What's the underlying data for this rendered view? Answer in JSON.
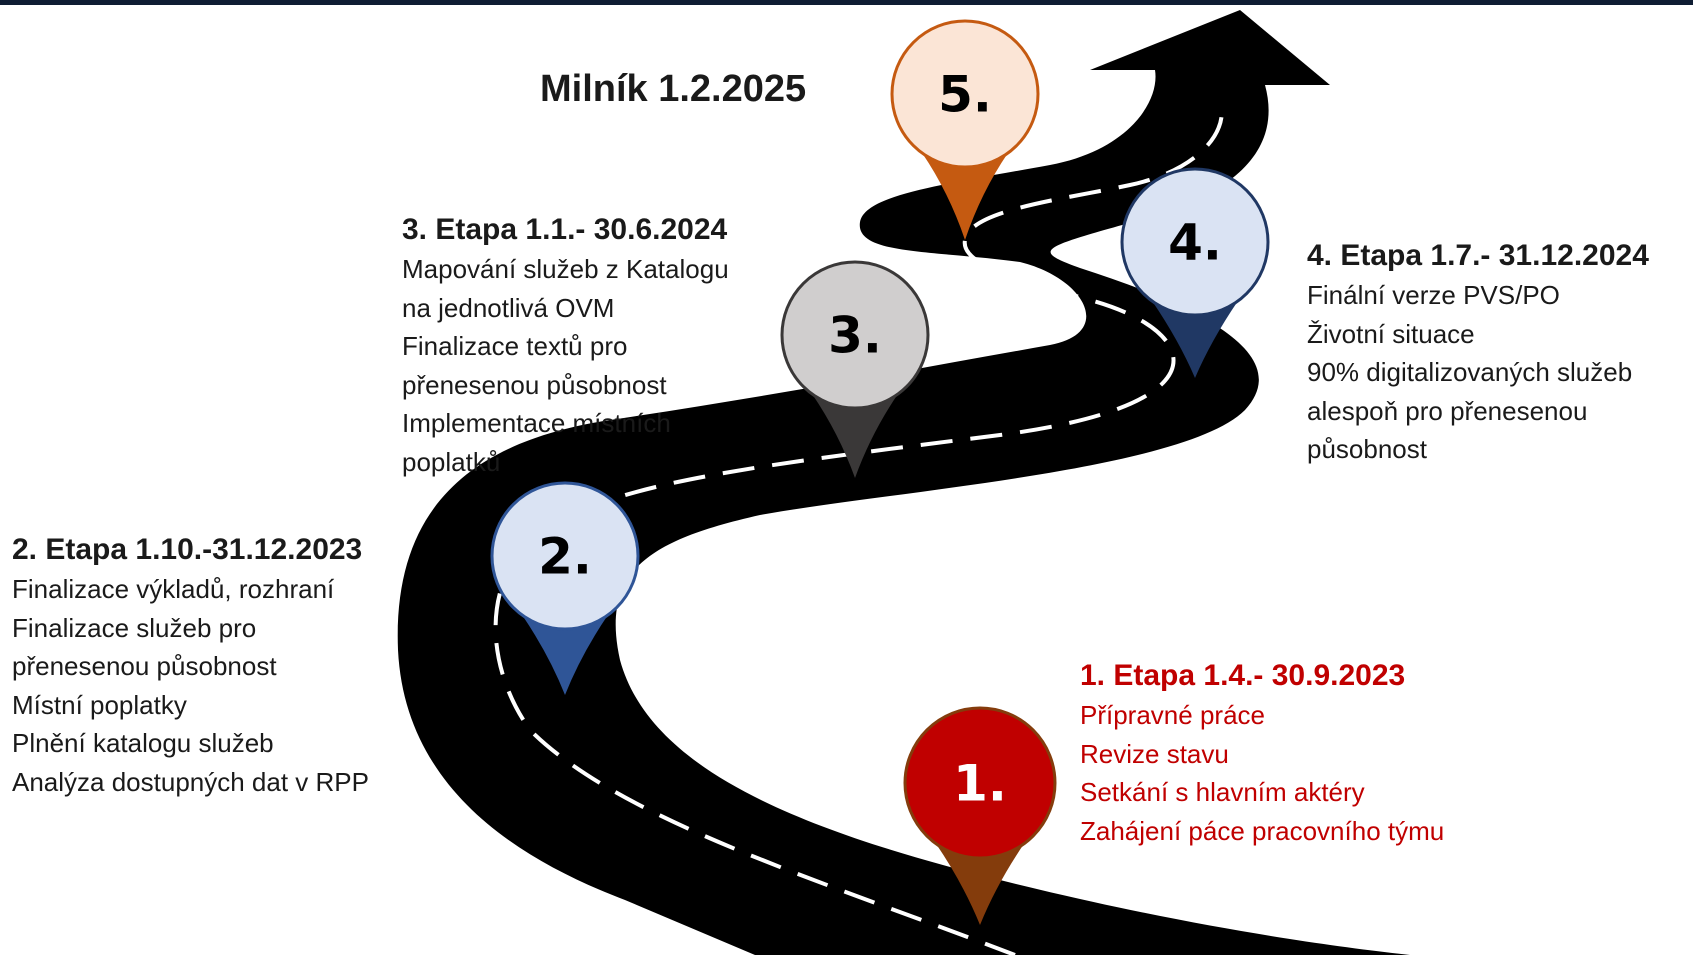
{
  "milestone": {
    "title": "Milník 1.2.2025"
  },
  "pins": [
    {
      "label": "1.",
      "fill": "#c00000",
      "tail": "#843c0c",
      "stroke": "#843c0c",
      "text_color": "#ffffff"
    },
    {
      "label": "2.",
      "fill": "#dae3f3",
      "tail": "#2f5597",
      "stroke": "#2f5597",
      "text_color": "#000000"
    },
    {
      "label": "3.",
      "fill": "#d0cece",
      "tail": "#3a3838",
      "stroke": "#3a3838",
      "text_color": "#000000"
    },
    {
      "label": "4.",
      "fill": "#dae3f3",
      "tail": "#203864",
      "stroke": "#203864",
      "text_color": "#000000"
    },
    {
      "label": "5.",
      "fill": "#fbe5d6",
      "tail": "#c55a11",
      "stroke": "#c55a11",
      "text_color": "#000000"
    }
  ],
  "stages": [
    {
      "title": "1. Etapa 1.4.- 30.9.2023",
      "color": "#c00000",
      "items": [
        "Přípravné práce",
        "Revize stavu",
        "Setkání s hlavním aktéry",
        "Zahájení páce pracovního týmu"
      ]
    },
    {
      "title": "2. Etapa 1.10.-31.12.2023",
      "color": "#1a1a1a",
      "items": [
        "Finalizace výkladů, rozhraní",
        "Finalizace služeb pro",
        "přenesenou působnost",
        "Místní poplatky",
        "Plnění katalogu služeb",
        "Analýza dostupných dat v RPP"
      ]
    },
    {
      "title": "3. Etapa 1.1.- 30.6.2024",
      "color": "#1a1a1a",
      "items": [
        "Mapování služeb z Katalogu",
        "na jednotlivá OVM",
        "Finalizace textů pro",
        "přenesenou působnost",
        "Implementace místních",
        "poplatků"
      ]
    },
    {
      "title": "4. Etapa 1.7.- 31.12.2024",
      "color": "#1a1a1a",
      "items": [
        "Finální verze PVS/PO",
        "Životní situace",
        "90% digitalizovaných služeb",
        "alespoň pro přenesenou",
        "působnost"
      ]
    }
  ],
  "colors": {
    "road": "#000000",
    "lane_marking": "#ffffff",
    "top_bar": "#0f1d33"
  }
}
